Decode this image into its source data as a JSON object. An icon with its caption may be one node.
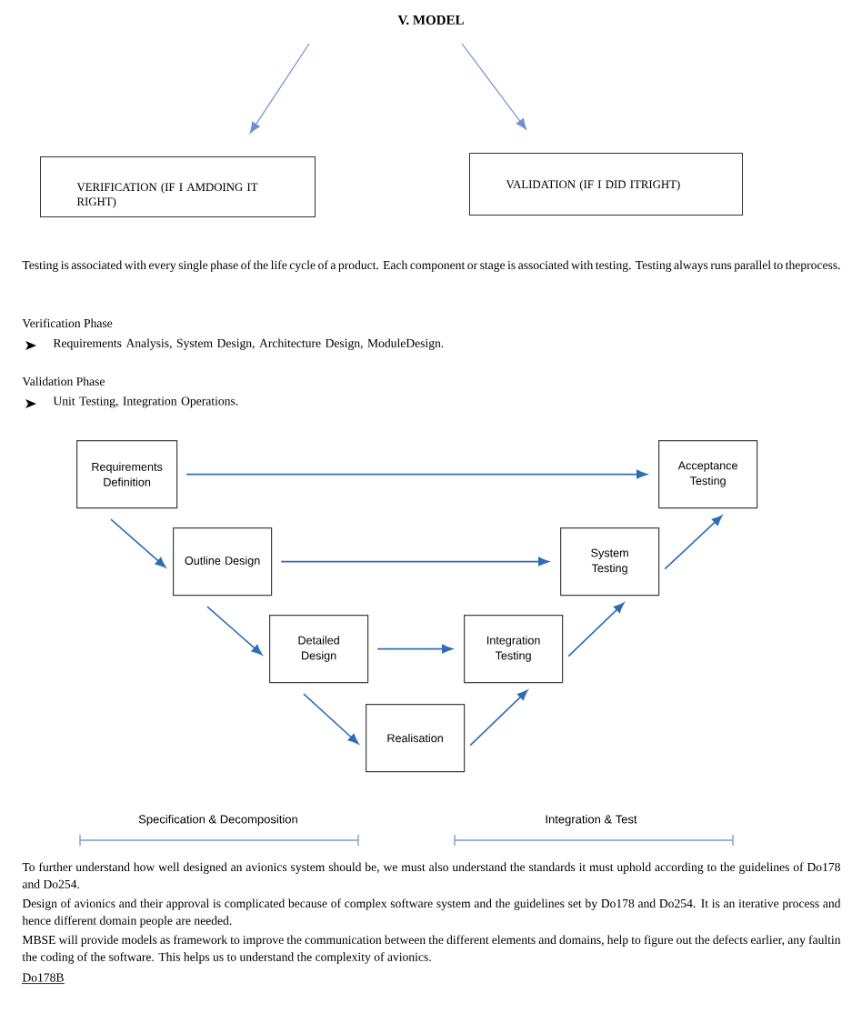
{
  "diagram": {
    "title": "V. MODEL",
    "nodes": [
      {
        "text": [
          "VERIFICATION (IF I AMDOING IT RIGHT)"
        ]
      },
      {
        "text": [
          "VALIDATION (IF I DID ITRIGHT)"
        ]
      },
      {
        "text": [
          "Requirements Definition"
        ]
      },
      {
        "text": [
          "Outline Design"
        ]
      },
      {
        "text": [
          "Detailed Design"
        ]
      },
      {
        "text": [
          "Realisation"
        ]
      },
      {
        "text": [
          "Integration Testing"
        ]
      },
      {
        "text": [
          "System Testing"
        ]
      },
      {
        "text": [
          "Acceptance Testing"
        ]
      }
    ],
    "edges": [
      {
        "from": null,
        "to": 0,
        "arrow": "to",
        "color": "#6f8fd0"
      },
      {
        "from": null,
        "to": 1,
        "arrow": "to",
        "color": "#6f8fd0"
      },
      {
        "from": 2,
        "to": 8,
        "arrow": "to"
      },
      {
        "from": 2,
        "to": 3,
        "arrow": "to"
      },
      {
        "from": 3,
        "to": 7,
        "arrow": "to"
      },
      {
        "from": 3,
        "to": 4,
        "arrow": "to"
      },
      {
        "from": 4,
        "to": 6,
        "arrow": "to"
      },
      {
        "from": 7,
        "to": 8,
        "arrow": "to"
      },
      {
        "from": 4,
        "to": 5,
        "arrow": "to"
      },
      {
        "from": 6,
        "to": 7,
        "arrow": "to"
      },
      {
        "from": 5,
        "to": 6,
        "arrow": "to"
      }
    ],
    "labels": [
      "Testing is associated with every single phase of the life cycle of a product. Each component or stage is associated with testing. Testing always runs parallel to theprocess.",
      "Verification Phase",
      "Requirements Analysis, System Design, Architecture Design, ModuleDesign.",
      "Validation Phase",
      "Unit Testing, Integration Operations.",
      "Specification & Decomposition",
      "Integration & Test",
      "To further understand how well designed an avionics system should be, we must also understand the standards it must uphold according to the guidelines of Do178 and Do254.",
      "Design of avionics and their approval is complicated because of complex software system and the guidelines set by Do178 and Do254. It is an iterative process and hence different domain people are needed.",
      "MBSE will provide models as framework to improve the communication between the different elements and domains, help to figure out the defects earlier, any faultin the coding of the software. This helps us to understand the complexity of avionics.",
      "Do178B"
    ]
  }
}
